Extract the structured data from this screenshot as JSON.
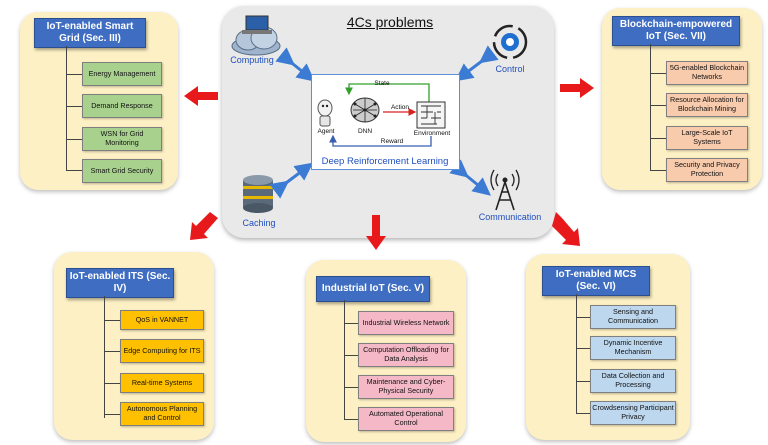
{
  "center": {
    "title": "4Cs problems",
    "computing": "Computing",
    "control": "Control",
    "caching": "Caching",
    "communication": "Communication",
    "drl": {
      "label": "Deep Reinforcement Learning",
      "state": "State",
      "action": "Action",
      "reward": "Reward",
      "agent": "Agent",
      "dnn": "DNN",
      "environment": "Environment"
    }
  },
  "smart_grid": {
    "title": "IoT-enabled Smart Grid (Sec. III)",
    "items": [
      "Energy Management",
      "Demand Response",
      "WSN for Grid Monitoring",
      "Smart Grid Security"
    ]
  },
  "its": {
    "title": "IoT-enabled ITS (Sec. IV)",
    "items": [
      "QoS in VANNET",
      "Edge Computing for ITS",
      "Real-time Systems",
      "Autonomous Planning and Control"
    ]
  },
  "industrial": {
    "title": "Industrial IoT (Sec. V)",
    "items": [
      "Industrial Wireless Network",
      "Computation Offloading for Data Analysis",
      "Maintenance and Cyber-Physical Security",
      "Automated Operational Control"
    ]
  },
  "mcs": {
    "title": "IoT-enabled MCS (Sec. VI)",
    "items": [
      "Sensing and Communication",
      "Dynamic Incentive Mechanism",
      "Data Collection and Processing",
      "Crowdsensing Participant Privacy"
    ]
  },
  "blockchain": {
    "title": "Blockchain-empowered IoT (Sec. VII)",
    "items": [
      "5G-enabled Blockchain Networks",
      "Resource Allocation for Blockchain Mining",
      "Large-Scale IoT Systems",
      "Security and Privacy Protection"
    ]
  },
  "colors": {
    "header": "#3f6dc2",
    "panel": "#fdf0c4",
    "arrow": "#e8191b",
    "blue_arrow": "#3b7bd4"
  }
}
